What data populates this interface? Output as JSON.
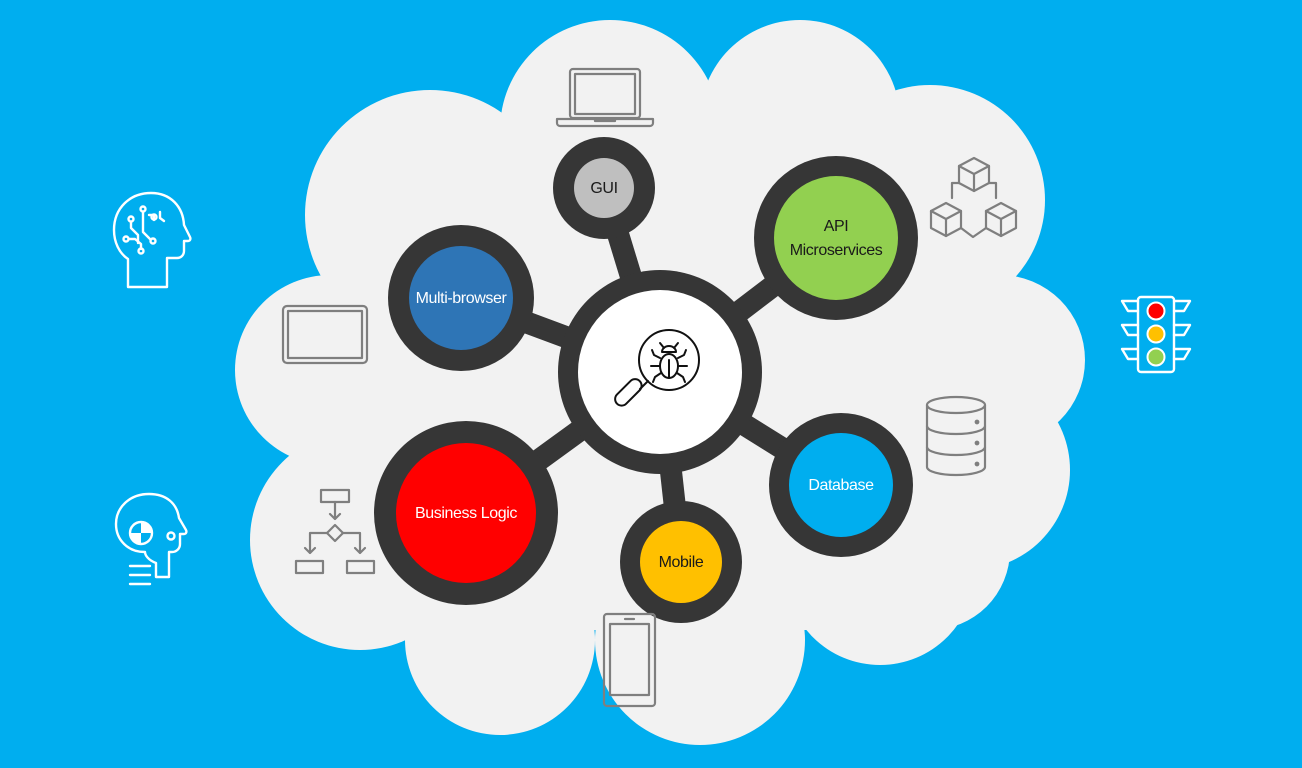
{
  "colors": {
    "background": "#00AEEF",
    "cloud": "#F2F2F2",
    "ring": "#363636",
    "hub_fill": "#FFFFFF",
    "icon_gray": "#7F7F7F",
    "icon_white": "#FFFFFF"
  },
  "hub": {
    "icon": "bug-search-icon"
  },
  "nodes": {
    "gui": {
      "label": "GUI",
      "fill": "#BFBFBF",
      "text_color": "#1A1A1A",
      "icon": "laptop-icon"
    },
    "api": {
      "label_line1": "API",
      "label_line2": "Microservices",
      "fill": "#92D050",
      "text_color": "#1A1A1A",
      "icon": "cubes-icon"
    },
    "multi_browser": {
      "label": "Multi-browser",
      "fill": "#2E75B6",
      "text_color": "#FFFFFF",
      "icon": "tablet-icon"
    },
    "business_logic": {
      "label": "Business Logic",
      "fill": "#FF0000",
      "text_color": "#FFFFFF",
      "icon": "flowchart-icon"
    },
    "mobile": {
      "label": "Mobile",
      "fill": "#FFC000",
      "text_color": "#1A1A1A",
      "icon": "smartphone-icon"
    },
    "database": {
      "label": "Database",
      "fill": "#00AEEF",
      "text_color": "#FFFFFF",
      "icon": "database-icon"
    }
  },
  "side_icons": {
    "left_top": "ai-brain-head-icon",
    "left_bottom": "crash-test-head-icon",
    "right": "traffic-light-icon"
  },
  "traffic_light": {
    "red": "#FF0000",
    "yellow": "#FFC000",
    "green": "#92D050"
  }
}
